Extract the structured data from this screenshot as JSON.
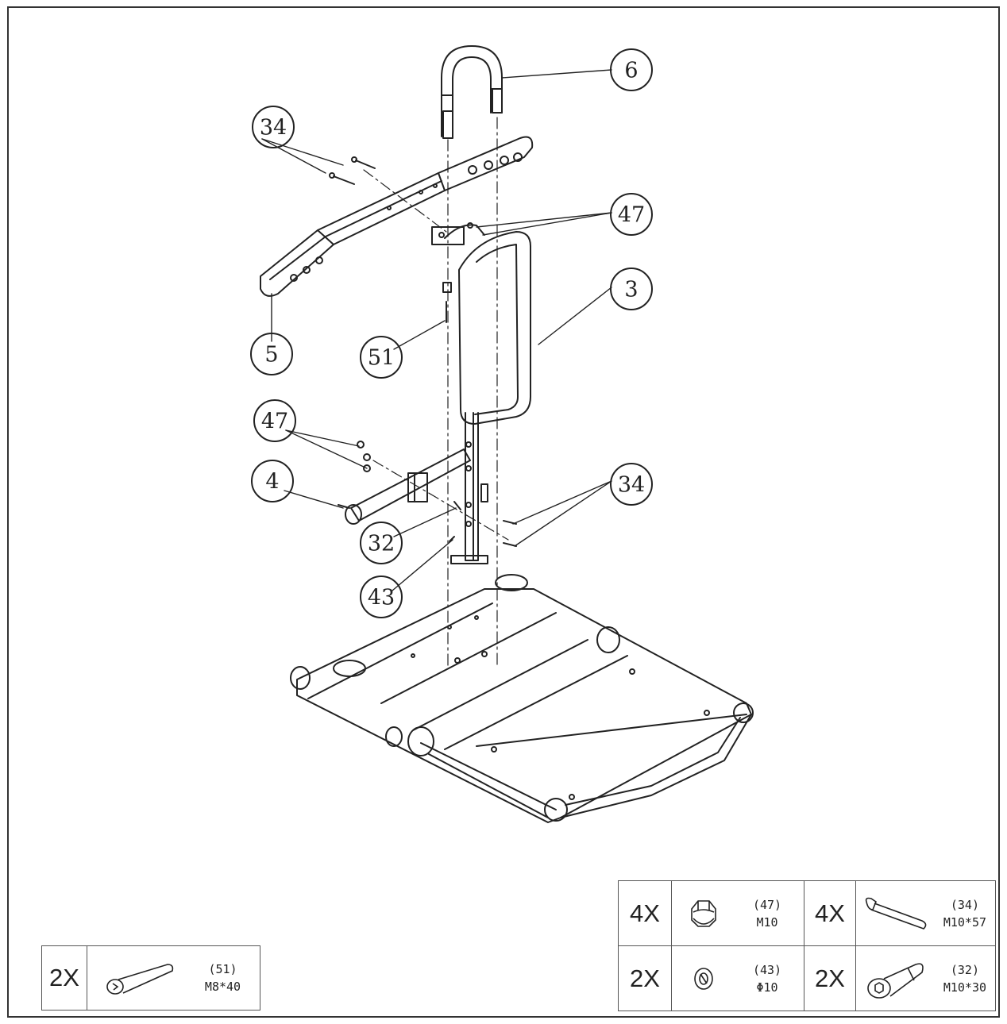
{
  "callouts": [
    {
      "label": "6"
    },
    {
      "label": "34"
    },
    {
      "label": "47"
    },
    {
      "label": "3"
    },
    {
      "label": "5"
    },
    {
      "label": "51"
    },
    {
      "label": "47"
    },
    {
      "label": "4"
    },
    {
      "label": "34"
    },
    {
      "label": "32"
    },
    {
      "label": "43"
    }
  ],
  "hardware_main": {
    "rows": [
      {
        "left": {
          "qty": "4X",
          "part": "(47)",
          "size": "M10",
          "icon": "cap-nut-icon"
        },
        "right": {
          "qty": "4X",
          "part": "(34)",
          "size": "M10*57",
          "icon": "bolt-long-icon"
        }
      },
      {
        "left": {
          "qty": "2X",
          "part": "(43)",
          "size": "Φ10",
          "icon": "washer-icon"
        },
        "right": {
          "qty": "2X",
          "part": "(32)",
          "size": "M10*30",
          "icon": "socket-bolt-icon"
        }
      }
    ]
  },
  "hardware_small": {
    "qty": "2X",
    "part": "(51)",
    "size": "M8*40",
    "icon": "bolt-icon"
  },
  "colors": {
    "line": "#222222",
    "border": "#333333"
  }
}
